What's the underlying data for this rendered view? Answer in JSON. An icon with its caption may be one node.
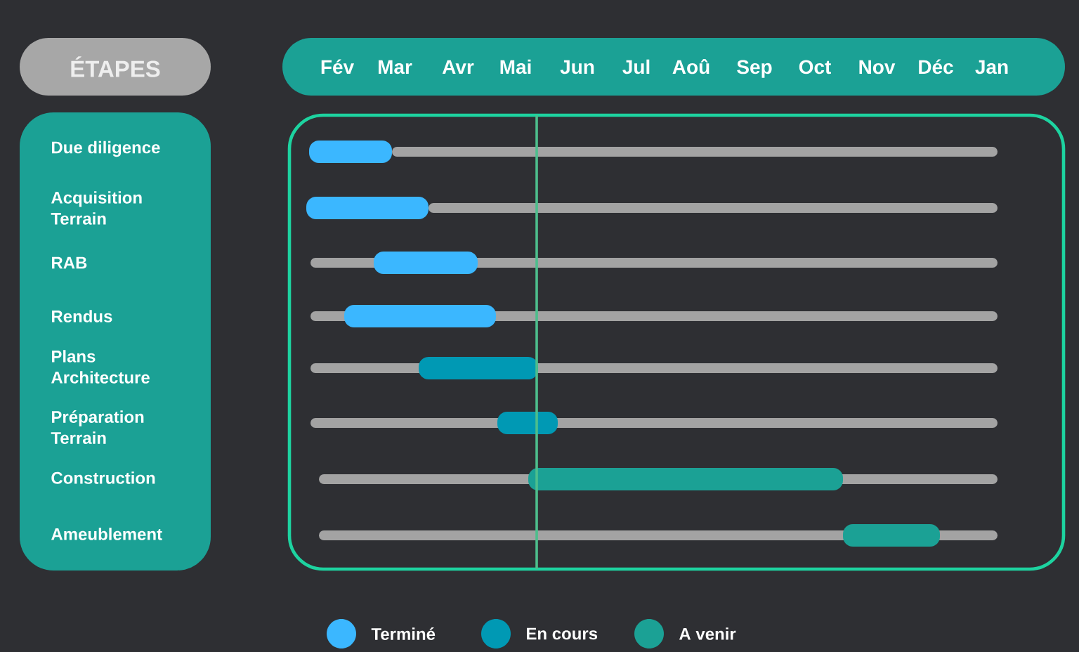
{
  "diagram": {
    "nodes": [
      {
        "text": [
          "ÉTAPES"
        ]
      },
      {
        "text": [
          "Fév",
          "Mar",
          "Avr",
          "Mai",
          "Jun",
          "Jul",
          "Aoû",
          "Sep",
          "Oct",
          "Nov",
          "Déc",
          "Jan"
        ]
      },
      {
        "text": [
          "Due diligence",
          "Acquisition Terrain",
          "RAB",
          "Rendus",
          "Plans Architecture",
          "Préparation Terrain",
          "Construction",
          "Ameublement"
        ]
      },
      {
        "text": [],
        "shape": "box"
      },
      {
        "text": [],
        "shape": "bar",
        "in": 3
      },
      {
        "text": [],
        "shape": "bar",
        "in": 3
      },
      {
        "text": [],
        "shape": "bar",
        "in": 3
      },
      {
        "text": [],
        "shape": "bar",
        "in": 3
      },
      {
        "text": [],
        "shape": "bar",
        "in": 3
      },
      {
        "text": [],
        "shape": "bar",
        "in": 3
      },
      {
        "text": [],
        "shape": "bar",
        "in": 3
      },
      {
        "text": [],
        "shape": "bar",
        "in": 3
      }
    ],
    "legend": [
      {
        "text": "Terminé",
        "color": "#3bb7ff"
      },
      {
        "text": "En cours",
        "color": "#0099b4"
      },
      {
        "text": "A venir",
        "color": "#1ba195"
      }
    ]
  }
}
